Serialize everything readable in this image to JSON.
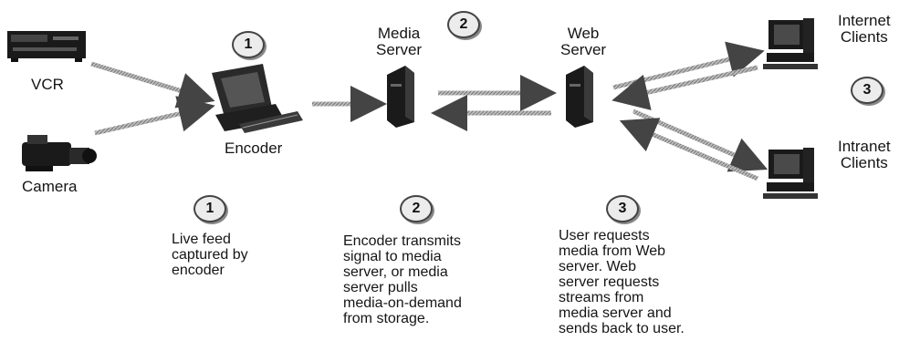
{
  "labels": {
    "vcr": "VCR",
    "camera": "Camera",
    "encoder": "Encoder",
    "media_server": "Media\nServer",
    "web_server": "Web\nServer",
    "internet_clients": "Internet\nClients",
    "intranet_clients": "Intranet\nClients"
  },
  "badges": {
    "encoder": "1",
    "media_server": "2",
    "clients": "3",
    "step1": "1",
    "step2": "2",
    "step3": "3"
  },
  "steps": {
    "step1": "Live feed\ncaptured by\nencoder",
    "step2": "Encoder transmits\nsignal to media\nserver, or media\nserver pulls\nmedia-on-demand\nfrom storage.",
    "step3": "User requests\nmedia from Web\nserver. Web\nserver requests\nstreams from\nmedia server and\nsends back to user."
  },
  "icons": {
    "vcr": "vcr-icon",
    "camera": "camera-icon",
    "encoder": "computer-icon",
    "media_server": "server-tower-icon",
    "web_server": "server-tower-icon",
    "internet_client": "desktop-computer-icon",
    "intranet_client": "desktop-computer-icon"
  }
}
